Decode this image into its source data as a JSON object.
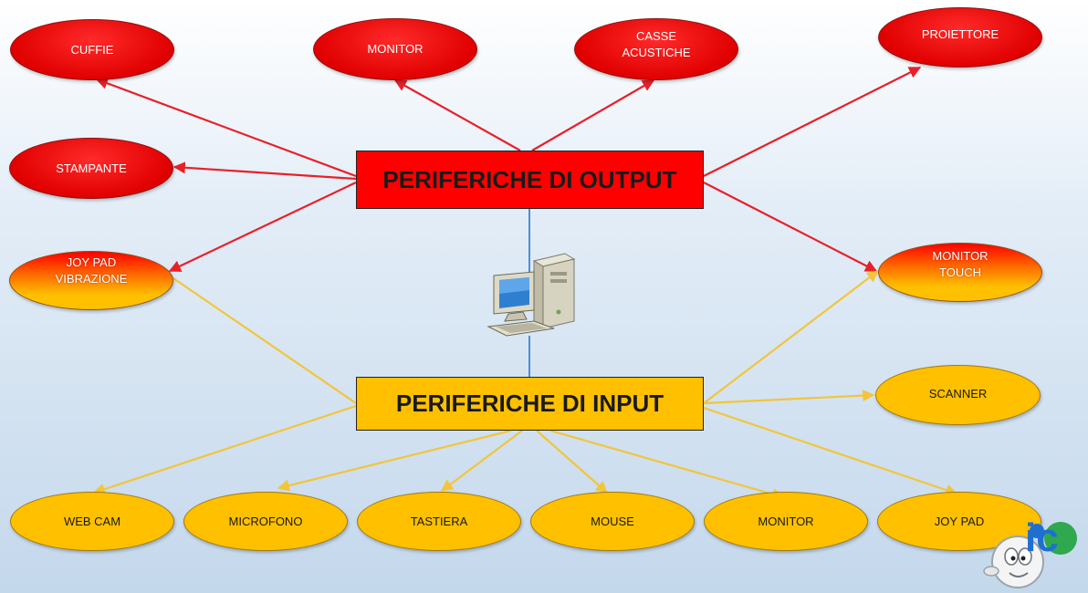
{
  "titles": {
    "output": "PERIFERICHE DI OUTPUT",
    "input": "PERIFERICHE DI INPUT"
  },
  "output_nodes": {
    "cuffie": "CUFFIE",
    "monitor": "MONITOR",
    "casse": "CASSE\nACUSTICHE",
    "proiettore": "PROIETTORE",
    "stampante": "STAMPANTE"
  },
  "mixed_nodes": {
    "joypad_vibrazione": "JOY PAD\nVIBRAZIONE",
    "monitor_touch": "MONITOR\nTOUCH"
  },
  "input_nodes": {
    "scanner": "SCANNER",
    "webcam": "WEB CAM",
    "microfono": "MICROFONO",
    "tastiera": "TASTIERA",
    "mouse": "MOUSE",
    "monitor": "MONITOR",
    "joypad": "JOY PAD"
  },
  "logo_text": "ic",
  "colors": {
    "output": "#ff0000",
    "input": "#ffc000",
    "output_arrow": "#e8202a",
    "input_arrow": "#f2c53a",
    "connector": "#4a8fd6"
  },
  "icons": {
    "computer": "desktop-computer-icon",
    "logo": "mascot-logo-icon"
  }
}
